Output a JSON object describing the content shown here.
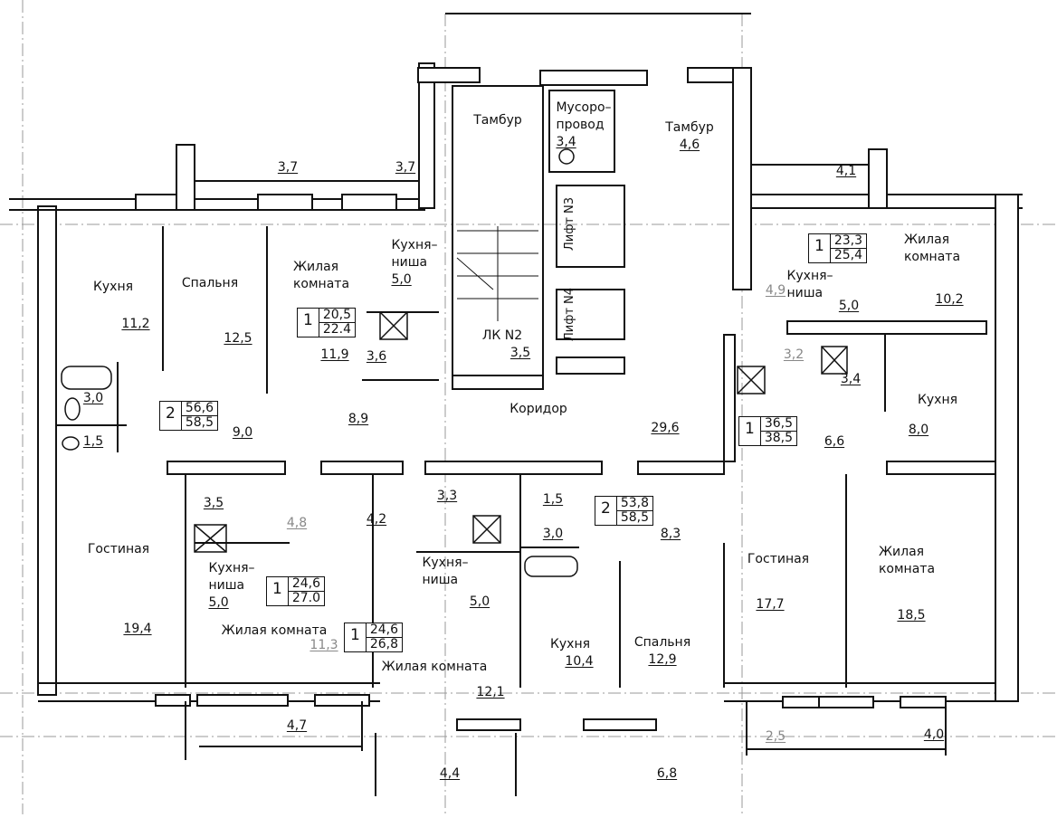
{
  "title": "План этажа",
  "rooms": [
    {
      "name": "Тамбур",
      "area": ""
    },
    {
      "name": "Мусоро–\nпровод",
      "area": "3,4"
    },
    {
      "name": "Тамбур",
      "area": "4,6"
    },
    {
      "name": "ЛК N2",
      "area": "3,5"
    },
    {
      "name": "Коридор",
      "area": ""
    },
    {
      "name": "",
      "area": "29,6"
    },
    {
      "name": "Кухня",
      "area": "11,2"
    },
    {
      "name": "Спальня",
      "area": "12,5"
    },
    {
      "name": "Жилая\nкомната",
      "area": "11,9"
    },
    {
      "name": "Кухня–\nниша",
      "area": "5,0"
    },
    {
      "name": "",
      "area": "3,6"
    },
    {
      "name": "",
      "area": "3,0"
    },
    {
      "name": "",
      "area": "1,5"
    },
    {
      "name": "",
      "area": "9,0"
    },
    {
      "name": "",
      "area": "8,9"
    },
    {
      "name": "Жилая\nкомната",
      "area": "10,2"
    },
    {
      "name": "Кухня–\nниша",
      "area": "5,0"
    },
    {
      "name": "",
      "area": "4,9"
    },
    {
      "name": "",
      "area": "3,2"
    },
    {
      "name": "",
      "area": "3,4"
    },
    {
      "name": "Кухня",
      "area": "8,0"
    },
    {
      "name": "",
      "area": "6,6"
    },
    {
      "name": "Гостиная",
      "area": "19,4"
    },
    {
      "name": "",
      "area": "3,5"
    },
    {
      "name": "",
      "area": "4,8"
    },
    {
      "name": "Кухня–\nниша",
      "area": "5,0"
    },
    {
      "name": "Жилая комната",
      "area": "11,3"
    },
    {
      "name": "",
      "area": "4,2"
    },
    {
      "name": "",
      "area": "3,3"
    },
    {
      "name": "Кухня–\nниша",
      "area": "5,0"
    },
    {
      "name": "Жилая комната",
      "area": "12,1"
    },
    {
      "name": "",
      "area": "1,5"
    },
    {
      "name": "",
      "area": "3,0"
    },
    {
      "name": "",
      "area": "8,3"
    },
    {
      "name": "Кухня",
      "area": "10,4"
    },
    {
      "name": "Спальня",
      "area": "12,9"
    },
    {
      "name": "Гостиная",
      "area": "17,7"
    },
    {
      "name": "Жилая\nкомната",
      "area": "18,5"
    }
  ],
  "lifts": [
    "Лифт N3",
    "Лифт N4"
  ],
  "balconies": [
    "3,7",
    "3,7",
    "4,1",
    "4,7",
    "4,4",
    "6,8",
    "2,5",
    "4,0"
  ],
  "apartments": [
    {
      "rooms": "1",
      "living": "20,5",
      "total": "22.4"
    },
    {
      "rooms": "2",
      "living": "56,6",
      "total": "58,5"
    },
    {
      "rooms": "1",
      "living": "23,3",
      "total": "25,4"
    },
    {
      "rooms": "1",
      "living": "36,5",
      "total": "38,5"
    },
    {
      "rooms": "1",
      "living": "24,6",
      "total": "27.0"
    },
    {
      "rooms": "1",
      "living": "24,6",
      "total": "26,8"
    },
    {
      "rooms": "2",
      "living": "53,8",
      "total": "58,5"
    }
  ]
}
